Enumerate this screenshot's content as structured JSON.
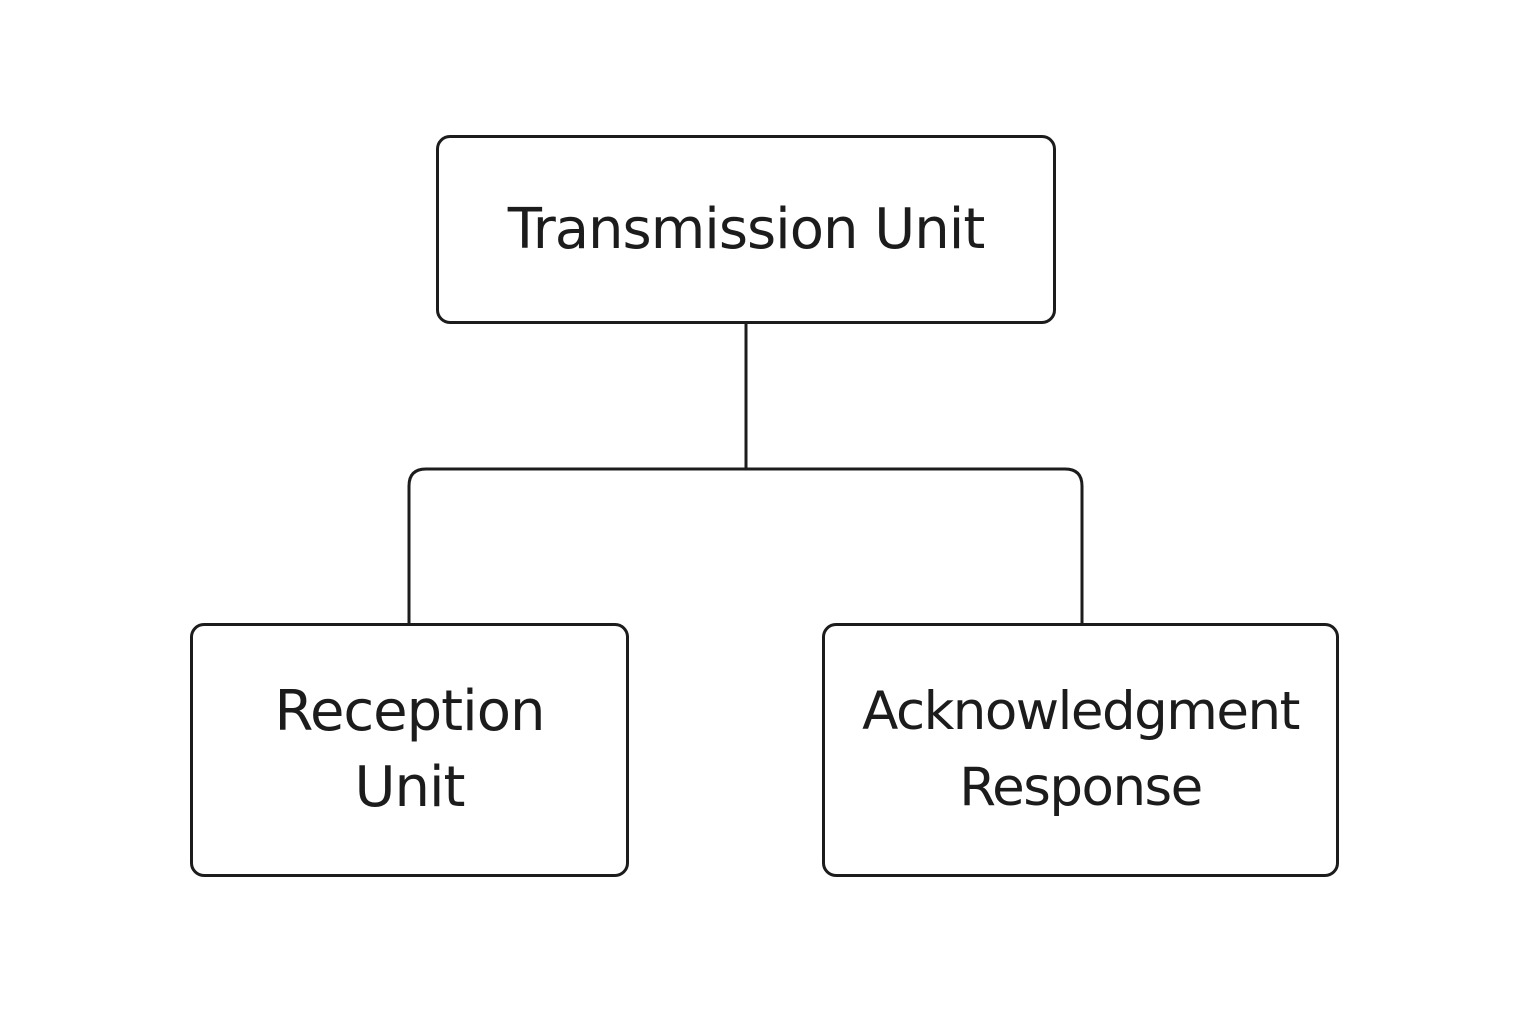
{
  "diagram": {
    "nodes": {
      "top": {
        "lines": [
          "Transmission Unit"
        ]
      },
      "left": {
        "lines": [
          "Reception",
          "Unit"
        ]
      },
      "right": {
        "lines": [
          "Acknowledgment",
          "Response"
        ]
      }
    },
    "edges": [
      {
        "from": "top",
        "to": "left"
      },
      {
        "from": "top",
        "to": "right"
      }
    ]
  },
  "colors": {
    "stroke": "#1c1c1c",
    "background": "#ffffff"
  }
}
